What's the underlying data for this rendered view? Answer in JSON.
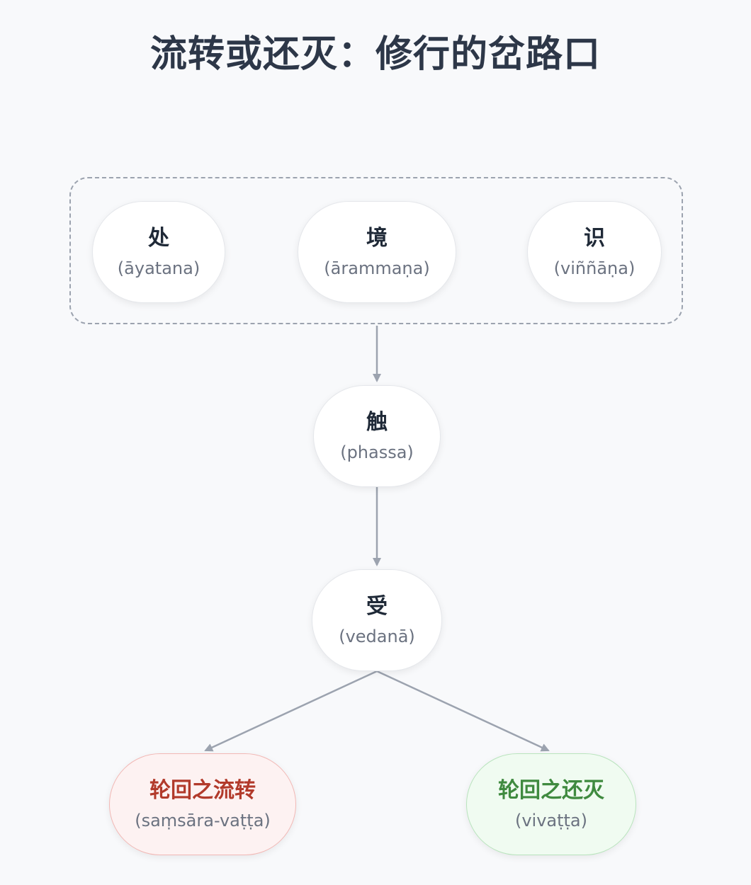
{
  "title": "流转或还灭：修行的岔路口",
  "nodes": {
    "ayatana": {
      "cn": "处",
      "pali": "(āyatana)"
    },
    "arammana": {
      "cn": "境",
      "pali": "(ārammaṇa)"
    },
    "vinnana": {
      "cn": "识",
      "pali": "(viññāṇa)"
    },
    "phassa": {
      "cn": "触",
      "pali": "(phassa)"
    },
    "vedana": {
      "cn": "受",
      "pali": "(vedanā)"
    },
    "samsara": {
      "cn": "轮回之流转",
      "pali": "(saṃsāra-vaṭṭa)"
    },
    "vivatta": {
      "cn": "轮回之还灭",
      "pali": "(vivaṭṭa)"
    }
  },
  "colors": {
    "edge": "#9ca3af",
    "samsara_text": "#b23a2b",
    "vivatta_text": "#3f8a3f"
  }
}
